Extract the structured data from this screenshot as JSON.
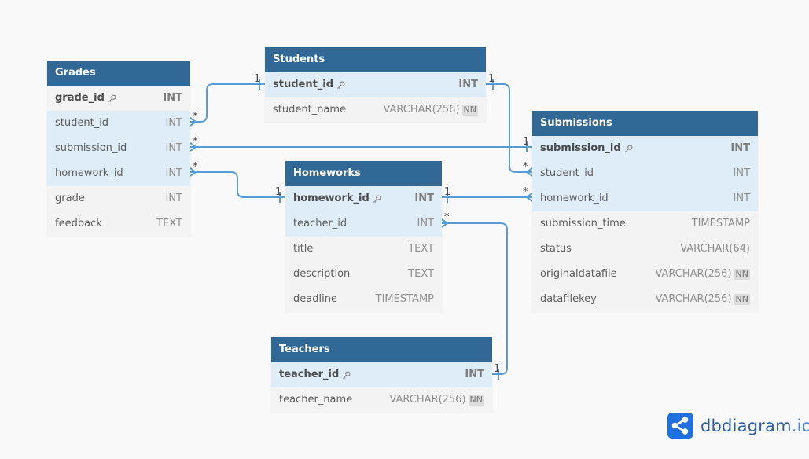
{
  "tables": {
    "grades": {
      "title": "Grades",
      "fields": [
        {
          "name": "grade_id",
          "type": "INT",
          "pk": true
        },
        {
          "name": "student_id",
          "type": "INT"
        },
        {
          "name": "submission_id",
          "type": "INT"
        },
        {
          "name": "homework_id",
          "type": "INT"
        },
        {
          "name": "grade",
          "type": "INT"
        },
        {
          "name": "feedback",
          "type": "TEXT"
        }
      ]
    },
    "students": {
      "title": "Students",
      "fields": [
        {
          "name": "student_id",
          "type": "INT",
          "pk": true
        },
        {
          "name": "student_name",
          "type": "VARCHAR(256)",
          "nn": "NN"
        }
      ]
    },
    "homeworks": {
      "title": "Homeworks",
      "fields": [
        {
          "name": "homework_id",
          "type": "INT",
          "pk": true
        },
        {
          "name": "teacher_id",
          "type": "INT"
        },
        {
          "name": "title",
          "type": "TEXT"
        },
        {
          "name": "description",
          "type": "TEXT"
        },
        {
          "name": "deadline",
          "type": "TIMESTAMP"
        }
      ]
    },
    "submissions": {
      "title": "Submissions",
      "fields": [
        {
          "name": "submission_id",
          "type": "INT",
          "pk": true
        },
        {
          "name": "student_id",
          "type": "INT"
        },
        {
          "name": "homework_id",
          "type": "INT"
        },
        {
          "name": "submission_time",
          "type": "TIMESTAMP"
        },
        {
          "name": "status",
          "type": "VARCHAR(64)"
        },
        {
          "name": "originaldatafile",
          "type": "VARCHAR(256)",
          "nn": "NN"
        },
        {
          "name": "datafilekey",
          "type": "VARCHAR(256)",
          "nn": "NN"
        }
      ]
    },
    "teachers": {
      "title": "Teachers",
      "fields": [
        {
          "name": "teacher_id",
          "type": "INT",
          "pk": true
        },
        {
          "name": "teacher_name",
          "type": "VARCHAR(256)",
          "nn": "NN"
        }
      ]
    }
  },
  "relationships": [
    {
      "from": "Grades.student_id",
      "to": "Students.student_id",
      "from_card": "*",
      "to_card": "1"
    },
    {
      "from": "Grades.submission_id",
      "to": "Submissions.submission_id",
      "from_card": "*",
      "to_card": "1"
    },
    {
      "from": "Grades.homework_id",
      "to": "Homeworks.homework_id",
      "from_card": "*",
      "to_card": "1"
    },
    {
      "from": "Submissions.student_id",
      "to": "Students.student_id",
      "from_card": "*",
      "to_card": "1"
    },
    {
      "from": "Submissions.homework_id",
      "to": "Homeworks.homework_id",
      "from_card": "*",
      "to_card": "1"
    },
    {
      "from": "Homeworks.teacher_id",
      "to": "Teachers.teacher_id",
      "from_card": "*",
      "to_card": "1"
    }
  ],
  "colors": {
    "header": "#316896",
    "line": "#5b9bd1",
    "highlight": "#deedf7"
  },
  "brand": {
    "name": "dbdiagram",
    "suffix": ".io",
    "icon": "share-icon"
  }
}
